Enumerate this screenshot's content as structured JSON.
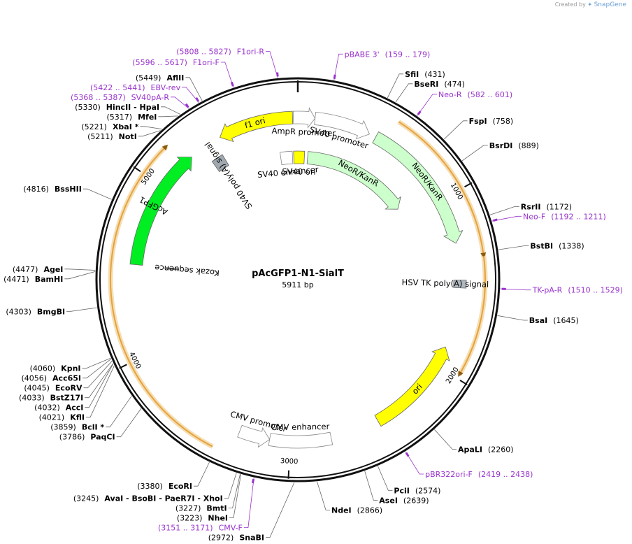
{
  "credit": {
    "prefix": "Created by",
    "brand": "SnapGene"
  },
  "plasmid": {
    "name": "pAcGFP1-N1-SialT",
    "size_label": "5911 bp",
    "length": 5911
  },
  "ticks": [
    {
      "label": "1000",
      "bp": 1000
    },
    {
      "label": "2000",
      "bp": 2000
    },
    {
      "label": "3000",
      "bp": 3000
    },
    {
      "label": "4000",
      "bp": 4000
    },
    {
      "label": "5000",
      "bp": 5000
    }
  ],
  "enzymes": [
    {
      "name": "SfiI",
      "pos": "(431)",
      "side": "right",
      "bp": 431
    },
    {
      "name": "BseRI",
      "pos": "(474)",
      "side": "right",
      "bp": 474
    },
    {
      "name": "FspI",
      "pos": "(758)",
      "side": "right",
      "bp": 758
    },
    {
      "name": "BsrDI",
      "pos": "(889)",
      "side": "right",
      "bp": 889
    },
    {
      "name": "RsrII",
      "pos": "(1172)",
      "side": "right",
      "bp": 1172
    },
    {
      "name": "BstBI",
      "pos": "(1338)",
      "side": "right",
      "bp": 1338
    },
    {
      "name": "BsaI",
      "pos": "(1645)",
      "side": "right",
      "bp": 1645
    },
    {
      "name": "ApaLI",
      "pos": "(2260)",
      "side": "right",
      "bp": 2260
    },
    {
      "name": "PciI",
      "pos": "(2574)",
      "side": "right",
      "bp": 2574
    },
    {
      "name": "AseI",
      "pos": "(2639)",
      "side": "right",
      "bp": 2639
    },
    {
      "name": "NdeI",
      "pos": "(2866)",
      "side": "right",
      "bp": 2866
    },
    {
      "name": "SnaBI",
      "pos": "(2972)",
      "side": "left",
      "bp": 2972
    },
    {
      "name": "NheI",
      "pos": "(3223)",
      "side": "left",
      "bp": 3223
    },
    {
      "name": "BmtI",
      "pos": "(3227)",
      "side": "left",
      "bp": 3227
    },
    {
      "name": "AvaI  - BsoBI  - PaeR7I  - XhoI",
      "pos": "(3245)",
      "side": "left",
      "bp": 3245
    },
    {
      "name": "EcoRI",
      "pos": "(3380)",
      "side": "left",
      "bp": 3380
    },
    {
      "name": "PaqCI",
      "pos": "(3786)",
      "side": "left",
      "bp": 3786
    },
    {
      "name": "BclI *",
      "pos": "(3859)",
      "side": "left",
      "bp": 3859
    },
    {
      "name": "KflI",
      "pos": "(4021)",
      "side": "left",
      "bp": 4021
    },
    {
      "name": "AccI",
      "pos": "(4032)",
      "side": "left",
      "bp": 4032
    },
    {
      "name": "BstZ17I",
      "pos": "(4033)",
      "side": "left",
      "bp": 4033
    },
    {
      "name": "EcoRV",
      "pos": "(4045)",
      "side": "left",
      "bp": 4045
    },
    {
      "name": "Acc65I",
      "pos": "(4056)",
      "side": "left",
      "bp": 4056
    },
    {
      "name": "KpnI",
      "pos": "(4060)",
      "side": "left",
      "bp": 4060
    },
    {
      "name": "BmgBI",
      "pos": "(4303)",
      "side": "left",
      "bp": 4303
    },
    {
      "name": "BamHI",
      "pos": "(4471)",
      "side": "left",
      "bp": 4471
    },
    {
      "name": "AgeI",
      "pos": "(4477)",
      "side": "left",
      "bp": 4477
    },
    {
      "name": "BssHII",
      "pos": "(4816)",
      "side": "left",
      "bp": 4816
    },
    {
      "name": "NotI",
      "pos": "(5211)",
      "side": "left",
      "bp": 5211
    },
    {
      "name": "XbaI *",
      "pos": "(5221)",
      "side": "left",
      "bp": 5221
    },
    {
      "name": "MfeI",
      "pos": "(5317)",
      "side": "left",
      "bp": 5317
    },
    {
      "name": "HincII  - HpaI",
      "pos": "(5330)",
      "side": "left",
      "bp": 5330
    },
    {
      "name": "AflII",
      "pos": "(5449)",
      "side": "left",
      "bp": 5449
    }
  ],
  "primers": [
    {
      "name": "pBABE 3'",
      "range": "(159 .. 179)",
      "side": "right",
      "bp": 169
    },
    {
      "name": "Neo-R",
      "range": "(582 .. 601)",
      "side": "right",
      "bp": 592
    },
    {
      "name": "Neo-F",
      "range": "(1192 .. 1211)",
      "side": "right",
      "bp": 1202
    },
    {
      "name": "TK-pA-R",
      "range": "(1510 .. 1529)",
      "side": "right",
      "bp": 1520
    },
    {
      "name": "pBR322ori-F",
      "range": "(2419 .. 2438)",
      "side": "right",
      "bp": 2429
    },
    {
      "name": "CMV-F",
      "range": "(3151 .. 3171)",
      "side": "left",
      "bp": 3161
    },
    {
      "name": "SV40pA-R",
      "range": "(5368 .. 5387)",
      "side": "left",
      "bp": 5378
    },
    {
      "name": "EBV-rev",
      "range": "(5422 .. 5441)",
      "side": "left",
      "bp": 5432
    },
    {
      "name": "F1ori-F",
      "range": "(5596 .. 5617)",
      "side": "left",
      "bp": 5607
    },
    {
      "name": "F1ori-R",
      "range": "(5808 .. 5827)",
      "side": "left",
      "bp": 5818
    }
  ],
  "features": [
    {
      "name": "f1 ori",
      "type": "rep_origin",
      "color": "#ffff00",
      "start": 5440,
      "end": 5880,
      "direction": "reverse"
    },
    {
      "name": "AmpR promoter",
      "type": "promoter",
      "color": "#ffffff",
      "start": 5885,
      "end": 100,
      "direction": "forward"
    },
    {
      "name": "SV40 promoter",
      "type": "promoter",
      "color": "#ffffff",
      "start": 100,
      "end": 430,
      "direction": "forward"
    },
    {
      "name": "SV40 enhancer",
      "type": "enhancer",
      "color": "#ffffff",
      "start": 5780,
      "end": 5870,
      "direction": "none"
    },
    {
      "name": "SV40 ori",
      "type": "rep_origin",
      "color": "#ffff00",
      "start": 5880,
      "end": 50,
      "direction": "none"
    },
    {
      "name": "NeoR/KanR",
      "type": "CDS",
      "color": "#ccffcc",
      "start": 470,
      "end": 1265,
      "direction": "forward"
    },
    {
      "name": "NeoR/KanR",
      "type": "CDS",
      "color": "#ccffcc",
      "start": 75,
      "end": 900,
      "direction": "forward"
    },
    {
      "name": "HSV TK poly(A) signal",
      "type": "polyA_signal",
      "color": "#b0b8c0",
      "start": 1480,
      "end": 1525,
      "direction": "none"
    },
    {
      "name": "ori",
      "type": "rep_origin",
      "color": "#ffff00",
      "start": 1880,
      "end": 2470,
      "direction": "reverse"
    },
    {
      "name": "CMV enhancer",
      "type": "enhancer",
      "color": "#ffffff",
      "start": 2760,
      "end": 3120,
      "direction": "none"
    },
    {
      "name": "CMV promoter",
      "type": "promoter",
      "color": "#ffffff",
      "start": 3120,
      "end": 3300,
      "direction": "reverse"
    },
    {
      "name": "AcGFP1",
      "type": "CDS",
      "color": "#00ee22",
      "start": 4520,
      "end": 5240,
      "direction": "forward"
    },
    {
      "name": "Kozak sequence",
      "type": "misc",
      "color": "#888888",
      "start": 4510,
      "end": 4520,
      "direction": "none"
    },
    {
      "name": "SV40 poly(A) signal",
      "type": "polyA_signal",
      "color": "#a0a8b0",
      "start": 5320,
      "end": 5400,
      "direction": "none"
    }
  ],
  "orfs": [
    {
      "color": "#e6a23c",
      "start": 535,
      "end": 1360,
      "direction": "forward"
    },
    {
      "color": "#e6a23c",
      "start": 1360,
      "end": 1980,
      "direction": "forward"
    },
    {
      "color": "#e6a23c",
      "start": 3400,
      "end": 5180,
      "direction": "forward"
    }
  ],
  "inner_arrow": {
    "color": "#339900",
    "start": 760,
    "end": 1150,
    "direction": "reverse"
  }
}
